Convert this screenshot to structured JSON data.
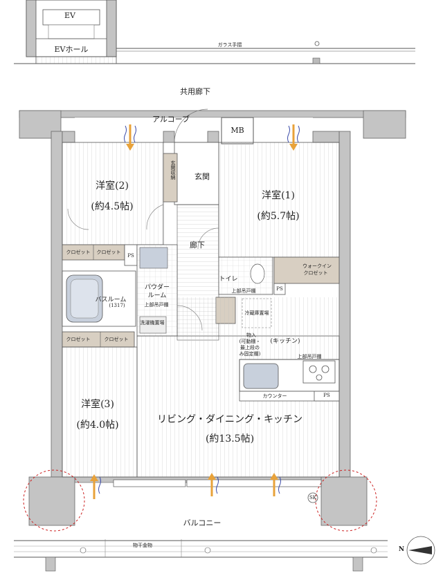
{
  "top": {
    "ev": "EV",
    "ev_hall": "EVホール",
    "glass_rail": "ガラス手摺",
    "common_corridor": "共用廊下"
  },
  "plan": {
    "alcove": "アルコーブ",
    "mb": "MB",
    "genkan": "玄関",
    "genkan_storage": "玄関収納",
    "hallway": "廊下",
    "western1": "洋室(1)",
    "western1_size": "(約5.7帖)",
    "western2": "洋室(2)",
    "western2_size": "(約4.5帖)",
    "western3": "洋室(3)",
    "western3_size": "(約4.0帖)",
    "closet": "クロゼット",
    "ps": "PS",
    "bathroom": "バスルーム",
    "bath_size": "(1317)",
    "powder1": "パウダー",
    "powder2": "ルーム",
    "upper_cabinet": "上部吊戸棚",
    "washer": "洗濯機置場",
    "toilet": "トイレ",
    "wic1": "ウォークイン",
    "wic2": "クロゼット",
    "fridge": "冷蔵庫置場",
    "storage_title": "物入",
    "storage_note": "(可動棚・最上段のみ固定棚)",
    "kitchen": "(キッチン)",
    "counter": "カウンター",
    "ldk": "リビング・ダイニング・キッチン",
    "ldk_size": "(約13.5帖)",
    "sk": "SK",
    "balcony": "バルコニー",
    "balcony_rail": "物干金物"
  },
  "compass": {
    "north": "N"
  },
  "colors": {
    "wall": "#c4c4c4",
    "closet_fill": "#d8cfc2",
    "bath_fill": "#c8d0dc",
    "arrow": "#e8a23a",
    "vent": "#3a4aa8",
    "circle": "#cc2222"
  }
}
